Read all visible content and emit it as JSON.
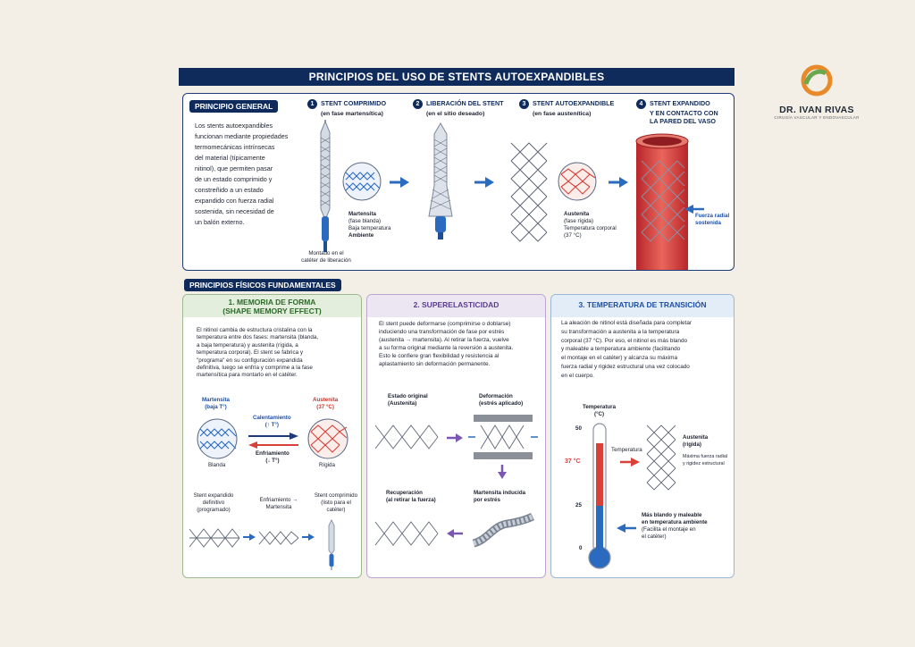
{
  "title": "PRINCIPIOS DEL USO DE STENTS AUTOEXPANDIBLES",
  "logo": {
    "name": "DR. IVAN RIVAS",
    "tagline": "CIRUGÍA VASCULAR Y ENDOVASCULAR"
  },
  "general": {
    "label": "PRINCIPIO GENERAL",
    "text_lines": [
      "Los stents autoexpandibles",
      "funcionan mediante propiedades",
      "termomecánicas intrínsecas",
      "del material (típicamente",
      "nitinol), que permiten pasar",
      "de un estado comprimido y",
      "constreñido a un estado",
      "expandido con fuerza radial",
      "sostenida, sin necesidad de",
      "un balón externo."
    ]
  },
  "steps": [
    {
      "num": "1",
      "title": "STENT COMPRIMIDO",
      "sub": "(en fase martensítica)"
    },
    {
      "num": "2",
      "title": "LIBERACIÓN DEL STENT",
      "sub": "(en el sitio deseado)"
    },
    {
      "num": "3",
      "title": "STENT AUTOEXPANDIBLE",
      "sub": "(en fase austenítica)"
    },
    {
      "num": "4",
      "title": "STENT EXPANDIDO",
      "sub": "Y EN CONTACTO CON",
      "sub2": "LA PARED DEL VASO"
    }
  ],
  "step_labels": {
    "martensita": "Martensita",
    "martensita_l2": "(fase blanda)",
    "martensita_l3": "Baja temperatura",
    "martensita_l4": "Ambiente",
    "montado": "Montado en el",
    "montado_l2": "catéter de liberación",
    "austenita": "Austenita",
    "austenita_l2": "(fase rígida)",
    "austenita_l3": "Temperatura corporal",
    "austenita_l4": "(37 °C)",
    "fuerza": "Fuerza radial",
    "fuerza_l2": "sostenida"
  },
  "fisicos_label": "PRINCIPIOS FÍSICOS FUNDAMENTALES",
  "memoria": {
    "title": "1. MEMORIA DE FORMA",
    "title2": "(SHAPE MEMORY EFFECT)",
    "text_lines": [
      "El nitinol cambia de estructura cristalina con la",
      "temperatura entre dos fases: martensita (blanda,",
      "a baja temperatura) y austenita (rígida, a",
      "temperatura corporal). El stent se fabrica y",
      "\"programa\" en su configuración expandida",
      "definitiva, luego se enfría y comprime a la fase",
      "martensítica para montarlo en el catéter."
    ],
    "mart": "Martensita",
    "mart2": "(baja T°)",
    "aust": "Austenita",
    "aust2": "(37 °C)",
    "cal": "Calentamiento",
    "cal2": "(↑ T°)",
    "enf": "Enfriamiento",
    "enf2": "(↓ T°)",
    "blanda": "Blanda",
    "rigida": "Rígida",
    "exp1": "Stent expandido",
    "exp2": "definitivo",
    "exp3": "(programado)",
    "enfm1": "Enfriamiento →",
    "enfm2": "Martensita",
    "comp1": "Stent comprimido",
    "comp2": "(listo para el",
    "comp3": "catéter)"
  },
  "superelasticidad": {
    "title": "2. SUPERELASTICIDAD",
    "text_lines": [
      "El stent puede deformarse (comprimirse o doblarse)",
      "induciendo una transformación de fase por estrés",
      "(austenita → martensita). Al retirar la fuerza, vuelve",
      "a su forma original mediante la reversión a austenita.",
      "Esto le confiere gran flexibilidad y resistencia al",
      "aplastamiento sin deformación permanente."
    ],
    "orig": "Estado original",
    "orig2": "(Austenita)",
    "def": "Deformación",
    "def2": "(estrés aplicado)",
    "rec": "Recuperación",
    "rec2": "(al retirar la fuerza)",
    "mind": "Martensita inducida",
    "mind2": "por estrés"
  },
  "temperatura": {
    "title": "3. TEMPERATURA DE TRANSICIÓN",
    "text_lines": [
      "La aleación de nitinol está diseñada para completar",
      "su transformación a austenita a la temperatura",
      "corporal (37 °C). Por eso, el nitinol es más blando",
      "y maleable a temperatura ambiente (facilitando",
      "el montaje en el catéter) y alcanza su máxima",
      "fuerza radial y rigidez estructural una vez colocado",
      "en el cuerpo."
    ],
    "axis_label": "Temperatura",
    "axis_unit": "(°C)",
    "t50": "50",
    "t37": "37 °C",
    "t25": "25",
    "t0": "0",
    "temp_arrow": "Temperatura",
    "aust": "Austenita",
    "aust2": "(rígida)",
    "aust3": "Máxima fuerza radial",
    "aust4": "y rigidez estructural",
    "mall1": "Más blando y maleable",
    "mall2": "en temperatura ambiente",
    "mall3": "(Facilita el montaje en",
    "mall4": "el catéter)"
  },
  "colors": {
    "navy": "#0f2b5c",
    "blue": "#2a6bc0",
    "red": "#d8403a",
    "green": "#e8f1e4",
    "purple": "#ece6f3",
    "lightblue": "#e3edf8"
  }
}
